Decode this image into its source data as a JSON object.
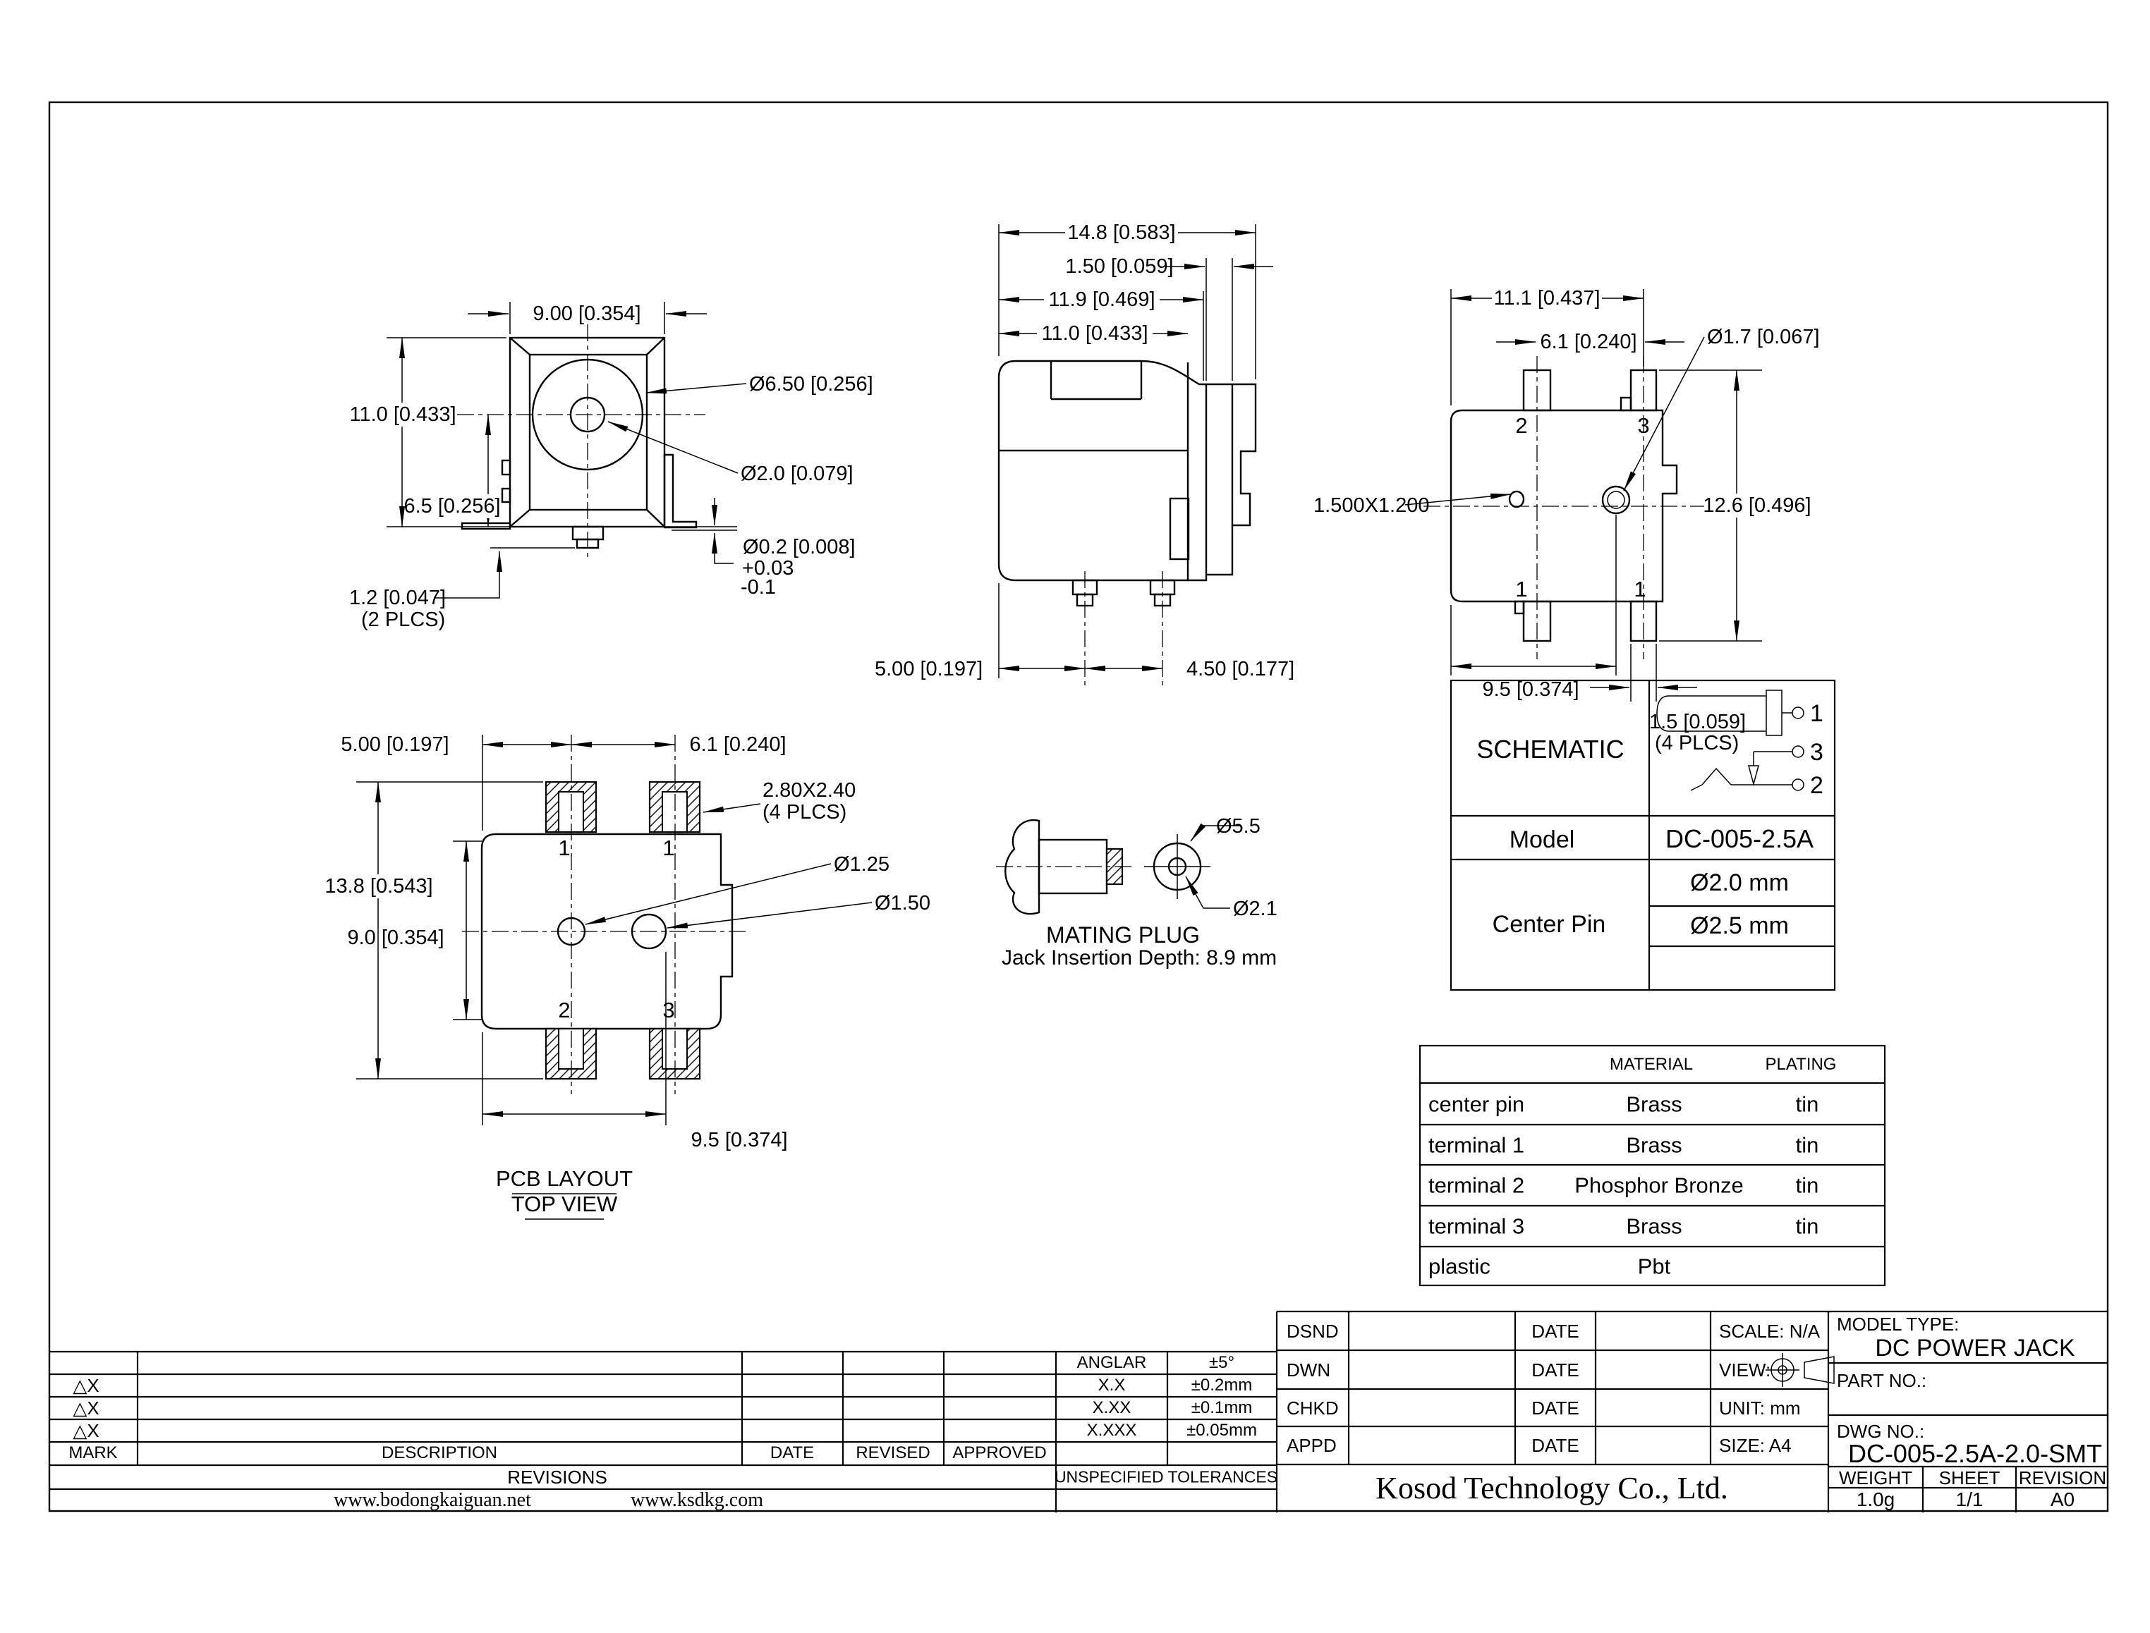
{
  "front": {
    "dim_width": "9.00 [0.354]",
    "dim_height": "11.0 [0.433]",
    "dim_center": "6.5 [0.256]",
    "dim_outer": "Ø6.50 [0.256]",
    "dim_pin": "Ø2.0 [0.079]",
    "dim_standoff": "Ø0.2 [0.008]",
    "tol_plus": "+0.03",
    "tol_minus": "-0.1",
    "dim_pad": "1.2 [0.047]",
    "pad_note": "(2 PLCS)"
  },
  "side": {
    "dim_total": "14.8 [0.583]",
    "dim_tip": "1.50 [0.059]",
    "dim_b2": "11.9 [0.469]",
    "dim_b1": "11.0 [0.433]",
    "dim_foot": "5.00 [0.197]",
    "dim_pitch": "4.50 [0.177]"
  },
  "top": {
    "dim_width": "11.1 [0.437]",
    "dim_pitch": "6.1 [0.240]",
    "dim_hole": "Ø1.7 [0.067]",
    "dim_height": "12.6 [0.496]",
    "dim_slot": "1.500X1.200",
    "dim_hole_x": "9.5 [0.374]",
    "dim_pad": "1.5 [0.059]",
    "pad_note": "(4 PLCS)",
    "t2": "2",
    "t3": "3",
    "t1a": "1",
    "t1b": "1"
  },
  "pcb": {
    "dim_left": "5.00 [0.197]",
    "dim_pitch": "6.1 [0.240]",
    "dim_pad": "2.80X2.40",
    "pad_note": "(4 PLCS)",
    "dim_hole1": "Ø1.25",
    "dim_hole2": "Ø1.50",
    "dim_total": "13.8 [0.543]",
    "dim_mid": "9.0 [0.354]",
    "dim_hole_x": "9.5 [0.374]",
    "n1a": "1",
    "n1b": "1",
    "n2": "2",
    "n3": "3",
    "caption1": "PCB LAYOUT",
    "caption2": "TOP VIEW"
  },
  "plug": {
    "dim_outer": "Ø5.5",
    "dim_inner": "Ø2.1",
    "title": "MATING PLUG",
    "note": "Jack Insertion Depth: 8.9 mm"
  },
  "schematic": {
    "title": "SCHEMATIC",
    "pin1": "1",
    "pin2": "2",
    "pin3": "3",
    "model_label": "Model",
    "model_value": "DC-005-2.5A",
    "center_pin_label": "Center Pin",
    "center_pin_d1": "Ø2.0 mm",
    "center_pin_d2": "Ø2.5 mm"
  },
  "materials": {
    "header_material": "MATERIAL",
    "header_plating": "PLATING",
    "rows": [
      {
        "part": "center pin",
        "material": "Brass",
        "plating": "tin"
      },
      {
        "part": "terminal 1",
        "material": "Brass",
        "plating": "tin"
      },
      {
        "part": "terminal 2",
        "material": "Phosphor Bronze",
        "plating": "tin"
      },
      {
        "part": "terminal 3",
        "material": "Brass",
        "plating": "tin"
      },
      {
        "part": "plastic",
        "material": "Pbt",
        "plating": ""
      }
    ]
  },
  "revisions": {
    "mark_label": "MARK",
    "description_label": "DESCRIPTION",
    "date_label": "DATE",
    "revised_label": "REVISED",
    "approved_label": "APPROVED",
    "title": "REVISIONS",
    "mark_symbol": "△X",
    "url1": "www.bodongkaiguan.net",
    "url2": "www.ksdkg.com"
  },
  "tolerances": {
    "title": "UNSPECIFIED TOLERANCES",
    "rows": [
      {
        "label": "ANGLAR",
        "value": "±5°"
      },
      {
        "label": "X.X",
        "value": "±0.2mm"
      },
      {
        "label": "X.XX",
        "value": "±0.1mm"
      },
      {
        "label": "X.XXX",
        "value": "±0.05mm"
      }
    ]
  },
  "titleblock": {
    "dsnd": "DSND",
    "dwn": "DWN",
    "chkd": "CHKD",
    "appd": "APPD",
    "date_label": "DATE",
    "scale": "SCALE: N/A",
    "view_label": "VIEW:",
    "unit": "UNIT: mm",
    "size": "SIZE: A4",
    "model_type_label": "MODEL TYPE:",
    "model_type": "DC POWER JACK",
    "part_no_label": "PART NO.:",
    "dwg_no_label": "DWG NO.:",
    "dwg_no": "DC-005-2.5A-2.0-SMT",
    "weight_label": "WEIGHT",
    "weight": "1.0g",
    "sheet_label": "SHEET",
    "sheet": "1/1",
    "revision_label": "REVISION",
    "revision": "A0",
    "company": "Kosod Technology Co., Ltd."
  }
}
